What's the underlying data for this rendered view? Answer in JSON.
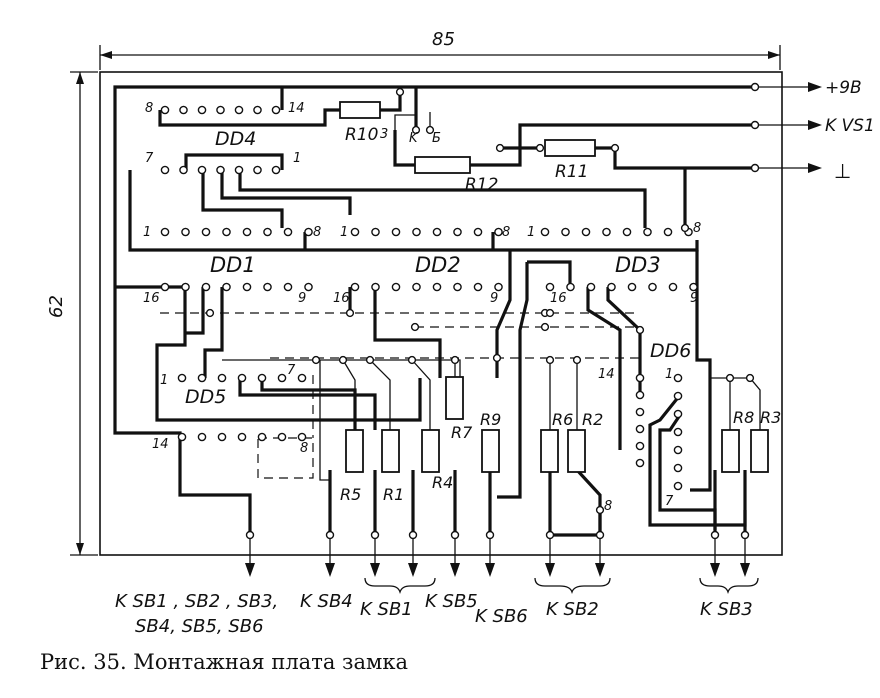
{
  "dimensions": {
    "width": "85",
    "height": "62"
  },
  "terminals": {
    "power": "+9B",
    "vs": "K VS1",
    "ground": "⊥"
  },
  "chips": {
    "dd1": "DD1",
    "dd2": "DD2",
    "dd3": "DD3",
    "dd4": "DD4",
    "dd5": "DD5",
    "dd6": "DD6"
  },
  "pins": {
    "p1": "1",
    "p7": "7",
    "p8": "8",
    "p9": "9",
    "p14": "14",
    "p16": "16",
    "p3": "3"
  },
  "resistors": {
    "r1": "R1",
    "r2": "R2",
    "r3": "R3",
    "r4": "R4",
    "r5": "R5",
    "r6": "R6",
    "r7": "R7",
    "r8": "R8",
    "r9": "R9",
    "r10": "R10",
    "r11": "R11",
    "r12": "R12"
  },
  "jumper_labels": {
    "k": "K",
    "b": "Б"
  },
  "bottom_labels": {
    "sb_all_line1": "K  SB1 , SB2 , SB3,",
    "sb_all_line2": "SB4, SB5, SB6",
    "sb4": "K  SB4",
    "sb1": "K  SB1",
    "sb5": "K  SB5",
    "sb6": "K  SB6",
    "sb2": "K  SB2",
    "sb3": "K  SB3"
  },
  "caption": "Рис. 35. Монтажная плата замка"
}
